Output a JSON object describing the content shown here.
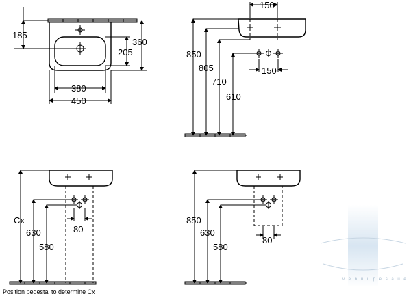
{
  "views": {
    "top_view": {
      "dim_depth_bowl": "185",
      "dim_depth": "360",
      "dim_bowl_depth": "205",
      "dim_bowl_width": "380",
      "dim_width": "450"
    },
    "side_view": {
      "dim_tap_spacing_top": "150",
      "dim_tap_spacing_bottom": "150",
      "dim_h1": "850",
      "dim_h2": "805",
      "dim_h3": "710",
      "dim_h4": "610"
    },
    "pedestal_view": {
      "dim_cx": "Cx",
      "dim_h1": "630",
      "dim_h2": "580",
      "dim_outlet": "80",
      "caption": "Position pedestal to determine Cx"
    },
    "semi_pedestal_view": {
      "dim_h1": "850",
      "dim_h2": "630",
      "dim_h3": "580",
      "dim_outlet": "80"
    }
  },
  "watermark": {
    "text": "v e n u u   p e s a u e",
    "color": "#8aa4bb"
  }
}
